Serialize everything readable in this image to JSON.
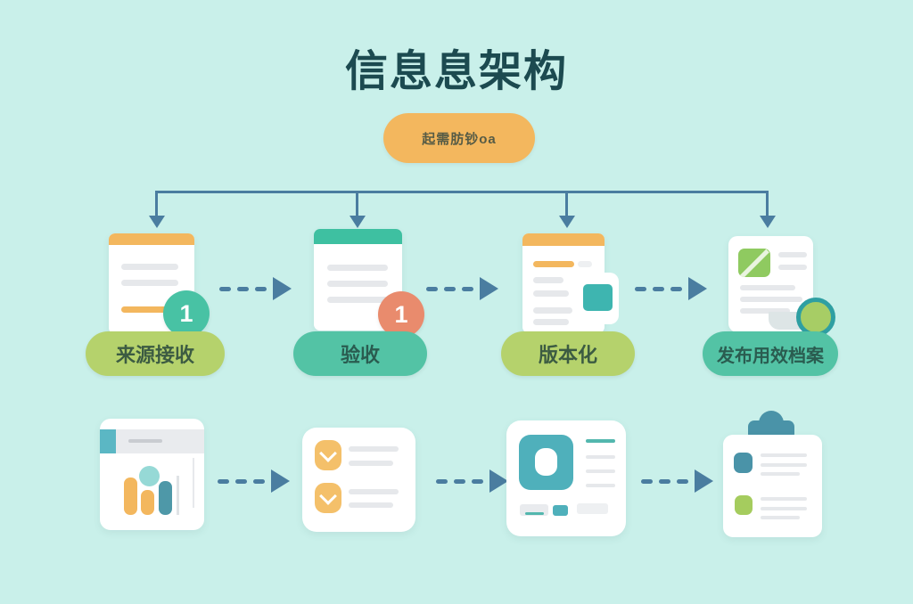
{
  "title": "信息息架构",
  "root": {
    "label": "起需肪钞oa"
  },
  "steps": [
    {
      "label": "来源接收",
      "badge": "1"
    },
    {
      "label": "验收",
      "badge": "1"
    },
    {
      "label": "版本化"
    },
    {
      "label": "发布用效档案"
    }
  ],
  "icons": {
    "row1": [
      "document-orange-header-icon",
      "document-teal-header-icon",
      "document-version-tag-icon",
      "document-edit-note-icon"
    ],
    "row2": [
      "bar-chart-window-icon",
      "checklist-icon",
      "media-detail-icon",
      "clipboard-icon"
    ],
    "connectors": [
      "down-arrow-icon",
      "dashed-right-arrow-icon"
    ]
  },
  "colors": {
    "background": "#c9f0ea",
    "title_text": "#1c4a50",
    "root_pill": "#f3b75e",
    "connector_blue": "#4a7da0",
    "teal": "#48c2a4",
    "light_green": "#b5d26c",
    "orange": "#f3b75e",
    "salmon_badge": "#e98b6d",
    "line_gray": "#e6e8eb"
  }
}
